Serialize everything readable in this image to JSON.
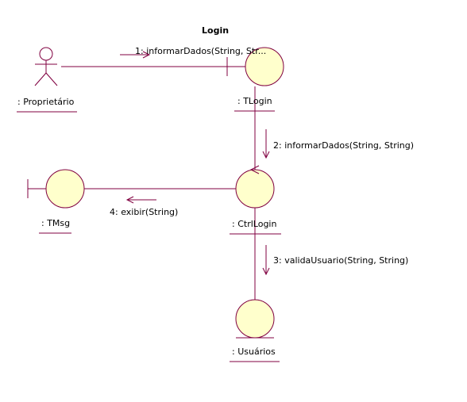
{
  "diagram": {
    "title": "Login",
    "colors": {
      "line": "#800040",
      "object_fill": "#ffffcc",
      "text": "#000000"
    },
    "objects": [
      {
        "id": "proprietario",
        "label": ": Proprietário",
        "kind": "actor"
      },
      {
        "id": "tlogin",
        "label": ": TLogin",
        "kind": "boundary"
      },
      {
        "id": "ctrllogin",
        "label": ": CtrlLogin",
        "kind": "control"
      },
      {
        "id": "tmsg",
        "label": ": TMsg",
        "kind": "boundary"
      },
      {
        "id": "usuarios",
        "label": ": Usuários",
        "kind": "entity"
      }
    ],
    "messages": [
      {
        "id": "m1",
        "label": "1: informarDados(String, Str..."
      },
      {
        "id": "m2",
        "label": "2: informarDados(String, String)"
      },
      {
        "id": "m3",
        "label": "3: validaUsuario(String, String)"
      },
      {
        "id": "m4",
        "label": "4: exibir(String)"
      }
    ]
  }
}
